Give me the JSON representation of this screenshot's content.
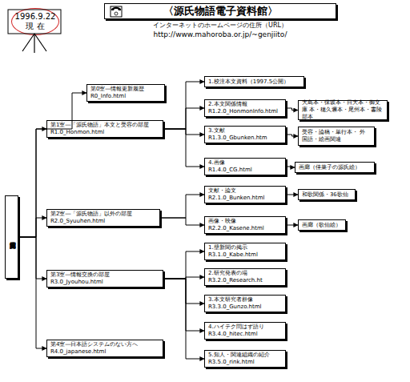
{
  "diagram": {
    "nodes": [
      {
        "text": [
          "1996.9.22現 在"
        ]
      },
      {
        "text": [
          "〈源氏物語電子資料館〉",
          "インターネットのホームページの住所（URL）",
          "http://www.mahoroba.or.jp/~genjiito/"
        ]
      },
      {
        "text": [
          "源氏物語電子資料館"
        ]
      },
      {
        "text": [
          "第0室―情報更新履歴",
          "R0_Info.html"
        ]
      },
      {
        "text": [
          "第1室―「源氏物語」本文と受容の部屋",
          "R1.0_Honmon.html"
        ]
      },
      {
        "text": [
          "1.校注本文資料（1997.5公開）"
        ]
      },
      {
        "text": [
          "2.本文関係情報",
          "R1.2.0_HonmonInfo.html"
        ]
      },
      {
        "text": [
          "大島本・保坂本・日大本・御文庫 本・穂久邇本・尾州本・書陵部本"
        ]
      },
      {
        "text": [
          "3.文献",
          "R1.3.0_Gbunken.htm"
        ]
      },
      {
        "text": [
          "受容・論稿・単行本・ 外国語・絵画関連"
        ]
      },
      {
        "text": [
          "4.画像",
          "R1.4.0_CG.html"
        ]
      },
      {
        "text": [
          "画廊（佳菜子の源氏絵）"
        ]
      },
      {
        "text": [
          "第2室―「源氏物語」以外の部屋",
          "R2.0_Syuuhen.html"
        ]
      },
      {
        "text": [
          "文献・論文",
          "R2.1.0_Bunken.html"
        ]
      },
      {
        "text": [
          "和歌関係・36歌仙"
        ]
      },
      {
        "text": [
          "画像・映像",
          "R2.2.0_Kasene.html"
        ]
      },
      {
        "text": [
          "画廊（歌仙絵）"
        ]
      },
      {
        "text": [
          "第3室―情報交換の部屋",
          "R3.0_Jyouhou.html"
        ]
      },
      {
        "text": [
          "1.壁新聞の掲示",
          "R3.1.0_Kabe.html"
        ]
      },
      {
        "text": [
          "2.研究発表の場",
          "R3.2.0_Research.ht"
        ]
      },
      {
        "text": [
          "3.本文研究者群像",
          "R3.3.0_Gunzo.html"
        ]
      },
      {
        "text": [
          "4.ハイテク問はず語り",
          "R3.4.0_hitec.html"
        ]
      },
      {
        "text": [
          "5.知人・関連組織の紹介",
          "R3.5.0_rink.html"
        ]
      },
      {
        "text": [
          "第4室―日本語システムのない方へ",
          "R4.0_japanese.html"
        ]
      }
    ],
    "edges": [
      {
        "from": 2,
        "to": 3,
        "arrow": "to"
      },
      {
        "from": 2,
        "to": 4,
        "arrow": "to"
      },
      {
        "from": 2,
        "to": 12,
        "arrow": "to"
      },
      {
        "from": 2,
        "to": 17,
        "arrow": "to"
      },
      {
        "from": 2,
        "to": 23,
        "arrow": "to"
      },
      {
        "from": 4,
        "to": 5,
        "arrow": "to"
      },
      {
        "from": 4,
        "to": 6,
        "arrow": "to"
      },
      {
        "from": 4,
        "to": 8,
        "arrow": "to"
      },
      {
        "from": 4,
        "to": 10,
        "arrow": "to"
      },
      {
        "from": 6,
        "to": 7,
        "arrow": "to"
      },
      {
        "from": 8,
        "to": 9,
        "arrow": "to"
      },
      {
        "from": 10,
        "to": 11,
        "arrow": "to"
      },
      {
        "from": 12,
        "to": 13,
        "arrow": "to"
      },
      {
        "from": 12,
        "to": 15,
        "arrow": "to"
      },
      {
        "from": 13,
        "to": 14,
        "arrow": "to"
      },
      {
        "from": 15,
        "to": 16,
        "arrow": "to"
      },
      {
        "from": 17,
        "to": 18,
        "arrow": "to"
      },
      {
        "from": 17,
        "to": 19,
        "arrow": "to"
      },
      {
        "from": 17,
        "to": 20,
        "arrow": "to"
      },
      {
        "from": 17,
        "to": 21,
        "arrow": "to"
      },
      {
        "from": 17,
        "to": 22,
        "arrow": "to"
      }
    ]
  }
}
